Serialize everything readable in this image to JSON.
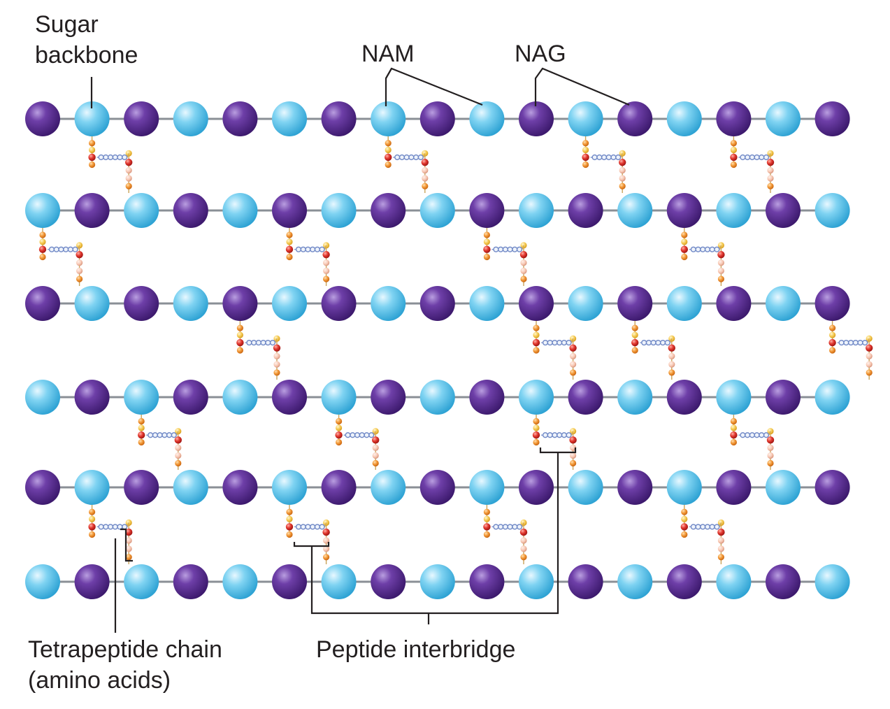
{
  "labels": {
    "sugar_backbone_line1": "Sugar",
    "sugar_backbone_line2": "backbone",
    "nam": "NAM",
    "nag": "NAG",
    "tetrapeptide_line1": "Tetrapeptide chain",
    "tetrapeptide_line2": "(amino acids)",
    "peptide_interbridge": "Peptide interbridge"
  },
  "colors": {
    "nag_sugar": "#5b2d8e",
    "nam_sugar": "#5fc6ea",
    "backbone_link": "#8a8f96",
    "amino_acid_orange": "#f08a24",
    "amino_acid_red": "#d9262b",
    "amino_acid_yellow": "#f6c64a",
    "interbridge": "#6f88c6"
  },
  "rows": [
    {
      "start": "NAG",
      "crosslinks_from_position": [
        2,
        8,
        12,
        15
      ]
    },
    {
      "start": "NAM",
      "crosslinks_from_position": [
        1,
        6,
        10,
        14
      ]
    },
    {
      "start": "NAG",
      "crosslinks_from_position": [
        5,
        11,
        13,
        17
      ]
    },
    {
      "start": "NAM",
      "crosslinks_from_position": [
        3,
        7,
        11,
        15
      ]
    },
    {
      "start": "NAG",
      "crosslinks_from_position": [
        2,
        6,
        10,
        14
      ]
    },
    {
      "start": "NAM",
      "crosslinks_from_position": []
    }
  ],
  "sugars_per_row": 17
}
